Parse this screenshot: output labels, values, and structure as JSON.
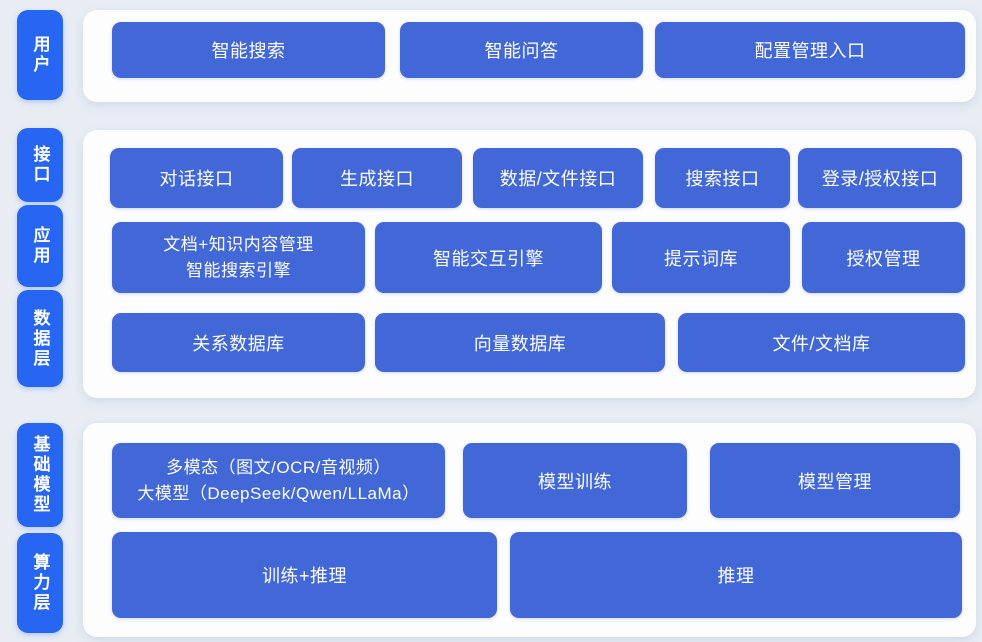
{
  "diagram": {
    "title": "AI platform architecture diagram",
    "colors": {
      "background": "#e8edf4",
      "panel": "#fdfdfe",
      "label_pill_blue": "#2766f2",
      "node_blue": "#4267d7",
      "text": "#ffffff"
    },
    "side_labels": [
      {
        "id": "user",
        "text": "用户"
      },
      {
        "id": "interface",
        "text": "接口"
      },
      {
        "id": "application",
        "text": "应用"
      },
      {
        "id": "data_layer",
        "text": "数据层"
      },
      {
        "id": "base_model",
        "text": "基础模型"
      },
      {
        "id": "compute_layer",
        "text": "算力层"
      }
    ],
    "rows": {
      "user": [
        "智能搜索",
        "智能问答",
        "配置管理入口"
      ],
      "interface": [
        "对话接口",
        "生成接口",
        "数据/文件接口",
        "搜索接口",
        "登录/授权接口"
      ],
      "application": [
        "文档+知识内容管理\n智能搜索引擎",
        "智能交互引擎",
        "提示词库",
        "授权管理"
      ],
      "data": [
        "关系数据库",
        "向量数据库",
        "文件/文档库"
      ],
      "model": [
        "多模态（图文/OCR/音视频）\n大模型（DeepSeek/Qwen/LLaMa）",
        "模型训练",
        "模型管理"
      ],
      "compute": [
        "训练+推理",
        "推理"
      ]
    }
  }
}
